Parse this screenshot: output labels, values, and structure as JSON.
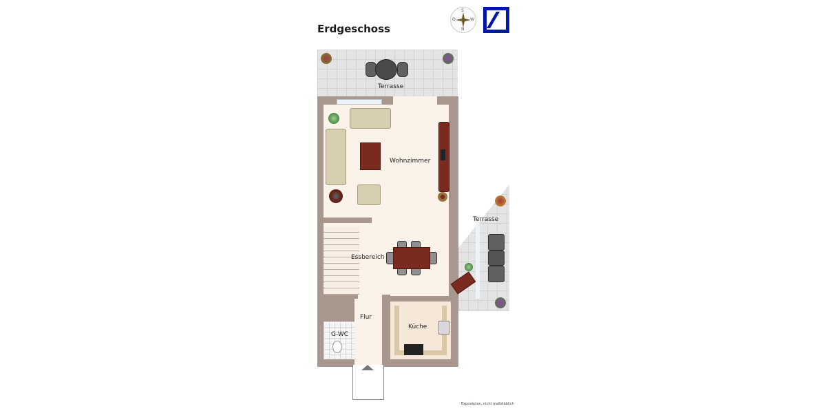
{
  "header": {
    "title": "Erdgeschoss"
  },
  "compass": {
    "top": "S",
    "right": "W",
    "bottom": "N",
    "left": "O"
  },
  "logo": {
    "name": "deutsche-bank-logo",
    "color": "#0018a8"
  },
  "rooms": [
    {
      "id": "terrasse-north",
      "label": "Terrasse"
    },
    {
      "id": "wohnzimmer",
      "label": "Wohnzimmer"
    },
    {
      "id": "terrasse-east",
      "label": "Terrasse"
    },
    {
      "id": "essbereich",
      "label": "Essbereich"
    },
    {
      "id": "flur",
      "label": "Flur"
    },
    {
      "id": "kueche",
      "label": "Küche"
    },
    {
      "id": "g-wc",
      "label": "G-WC"
    }
  ],
  "footnote": "Exposéplan, nicht maßstäblich",
  "colors": {
    "wall": "#a8978c",
    "floor": "#fbf2ea",
    "terrace": "#e4e4e4",
    "furniture_wood": "#7a2a1f",
    "sofa": "#d8cfb1"
  }
}
